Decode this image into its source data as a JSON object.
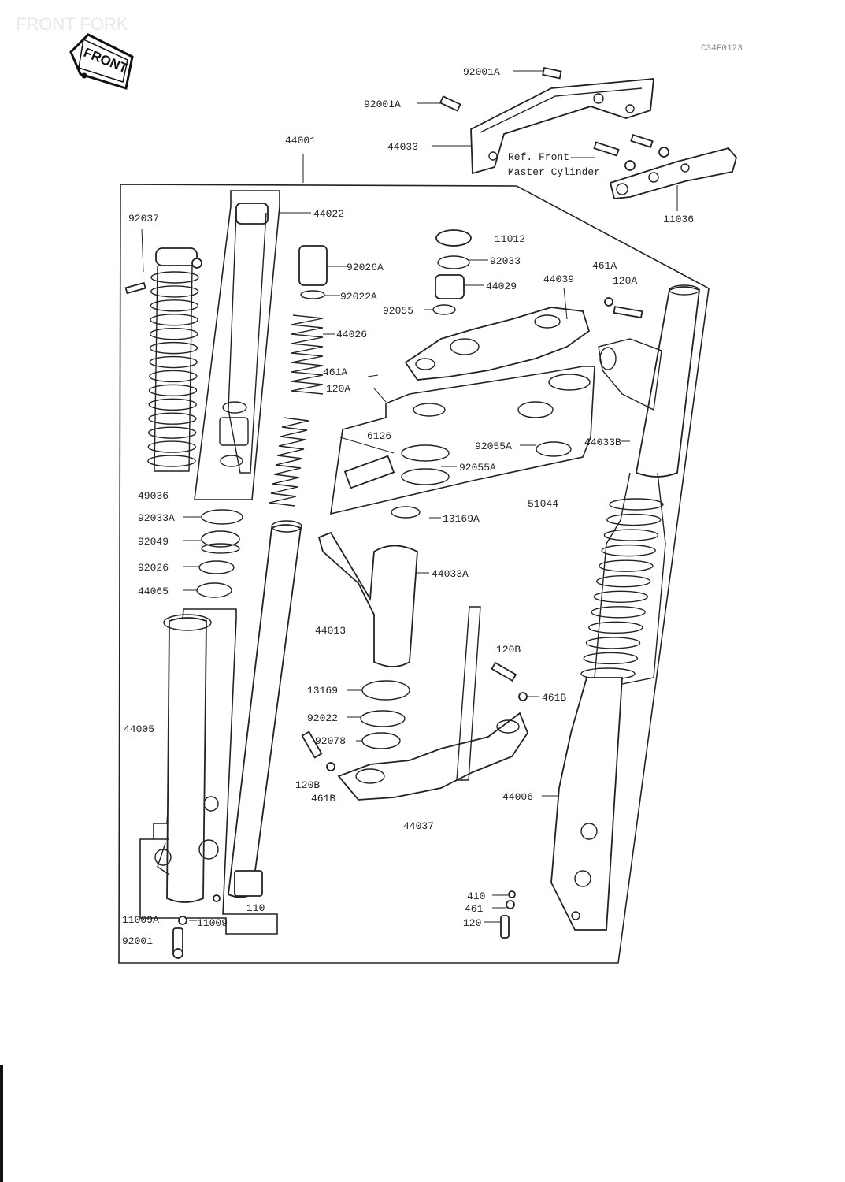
{
  "title": "FRONT FORK",
  "figure_code": "C34F0123",
  "front_badge": "FRONT",
  "ref_note": [
    "Ref. Front",
    "Master Cylinder"
  ],
  "labels": {
    "p92001A_1": "92001A",
    "p92001A_2": "92001A",
    "p44001": "44001",
    "p44033": "44033",
    "p11036": "11036",
    "p92037": "92037",
    "p44022": "44022",
    "p11012": "11012",
    "p92026A": "92026A",
    "p92033": "92033",
    "p44029": "44029",
    "p44039": "44039",
    "p461A_1": "461A",
    "p120A_1": "120A",
    "p92022A": "92022A",
    "p92055": "92055",
    "p44026": "44026",
    "p461A_2": "461A",
    "p120A_2": "120A",
    "p6126": "6126",
    "p92055A_1": "92055A",
    "p92055A_2": "92055A",
    "p44033B": "44033B",
    "p49036": "49036",
    "p51044": "51044",
    "p92033A": "92033A",
    "p13169A": "13169A",
    "p92049": "92049",
    "p92026": "92026",
    "p44033A": "44033A",
    "p44065": "44065",
    "p44013": "44013",
    "p120B_1": "120B",
    "p13169": "13169",
    "p461B_1": "461B",
    "p44005": "44005",
    "p92022": "92022",
    "p92078": "92078",
    "p120B_2": "120B",
    "p461B_2": "461B",
    "p44006": "44006",
    "p44037": "44037",
    "p410": "410",
    "p461": "461",
    "p120": "120",
    "p110": "110",
    "p11009A": "11009A",
    "p11009": "11009",
    "p92001": "92001"
  }
}
